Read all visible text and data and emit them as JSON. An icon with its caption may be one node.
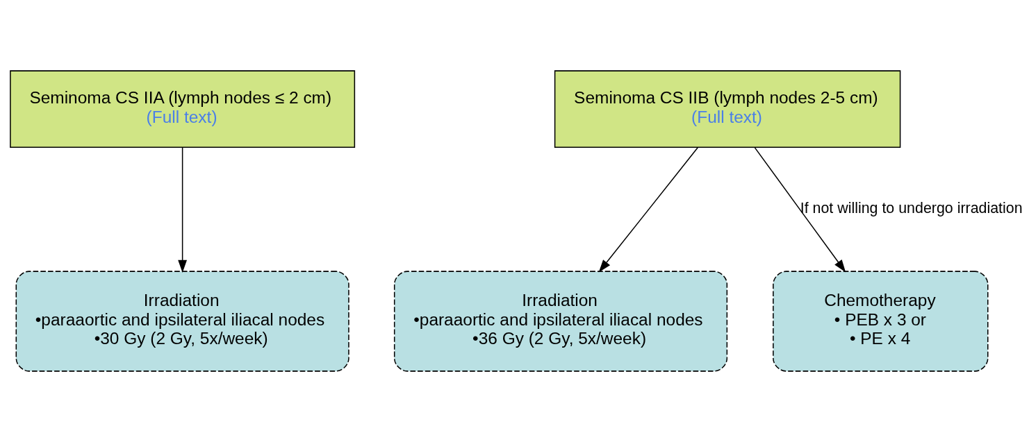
{
  "diagram": {
    "nodes": [
      {
        "text": [
          "Seminoma CS IIA (lymph nodes ≤ 2 cm)",
          "(Full text)"
        ]
      },
      {
        "text": [
          "Seminoma CS IIB (lymph nodes 2-5 cm)",
          "(Full text)"
        ]
      },
      {
        "text": [
          "Irradiation",
          "•paraaortic and ipsilateral iliacal nodes",
          "•30 Gy (2 Gy, 5x/week)"
        ]
      },
      {
        "text": [
          "Irradiation",
          "•paraaortic and ipsilateral iliacal nodes",
          "•36 Gy (2 Gy, 5x/week)"
        ]
      },
      {
        "text": [
          "Chemotherapy",
          "• PEB x 3 or",
          "• PE x 4"
        ]
      }
    ],
    "edges": [
      {
        "from": 0,
        "to": 2,
        "arrow": "to"
      },
      {
        "from": 1,
        "to": 3,
        "arrow": "to"
      },
      {
        "from": 1,
        "to": 4,
        "arrow": "to",
        "label": "If not willing to undergo irradiation"
      }
    ]
  }
}
